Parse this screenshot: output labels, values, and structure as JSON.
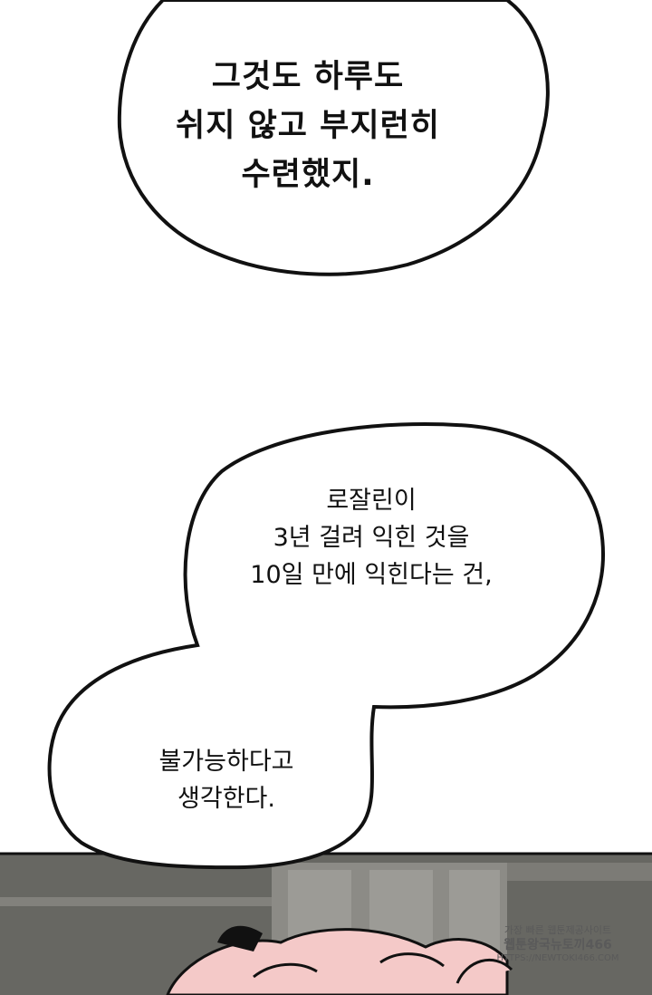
{
  "bubbles": [
    {
      "lines": [
        "그것도 하루도",
        "쉬지 않고 부지런히",
        "수련했지."
      ]
    },
    {
      "lines": [
        "로잘린이",
        "3년 걸려 익힌 것을",
        "10일 만에 익힌다는 건,"
      ]
    },
    {
      "lines": [
        "불가능하다고",
        "생각한다."
      ]
    }
  ],
  "watermark": {
    "line1": "가장 빠른 웹툰제공사이트",
    "line2": "웹툰왕국뉴토끼466",
    "line3": "HTTPS://NEWTOKI466.COM"
  },
  "colors": {
    "ink": "#111111",
    "background_panel": "#6f6e6a",
    "hair": "#f4c9c8",
    "window_frame": "#8c8b86"
  }
}
